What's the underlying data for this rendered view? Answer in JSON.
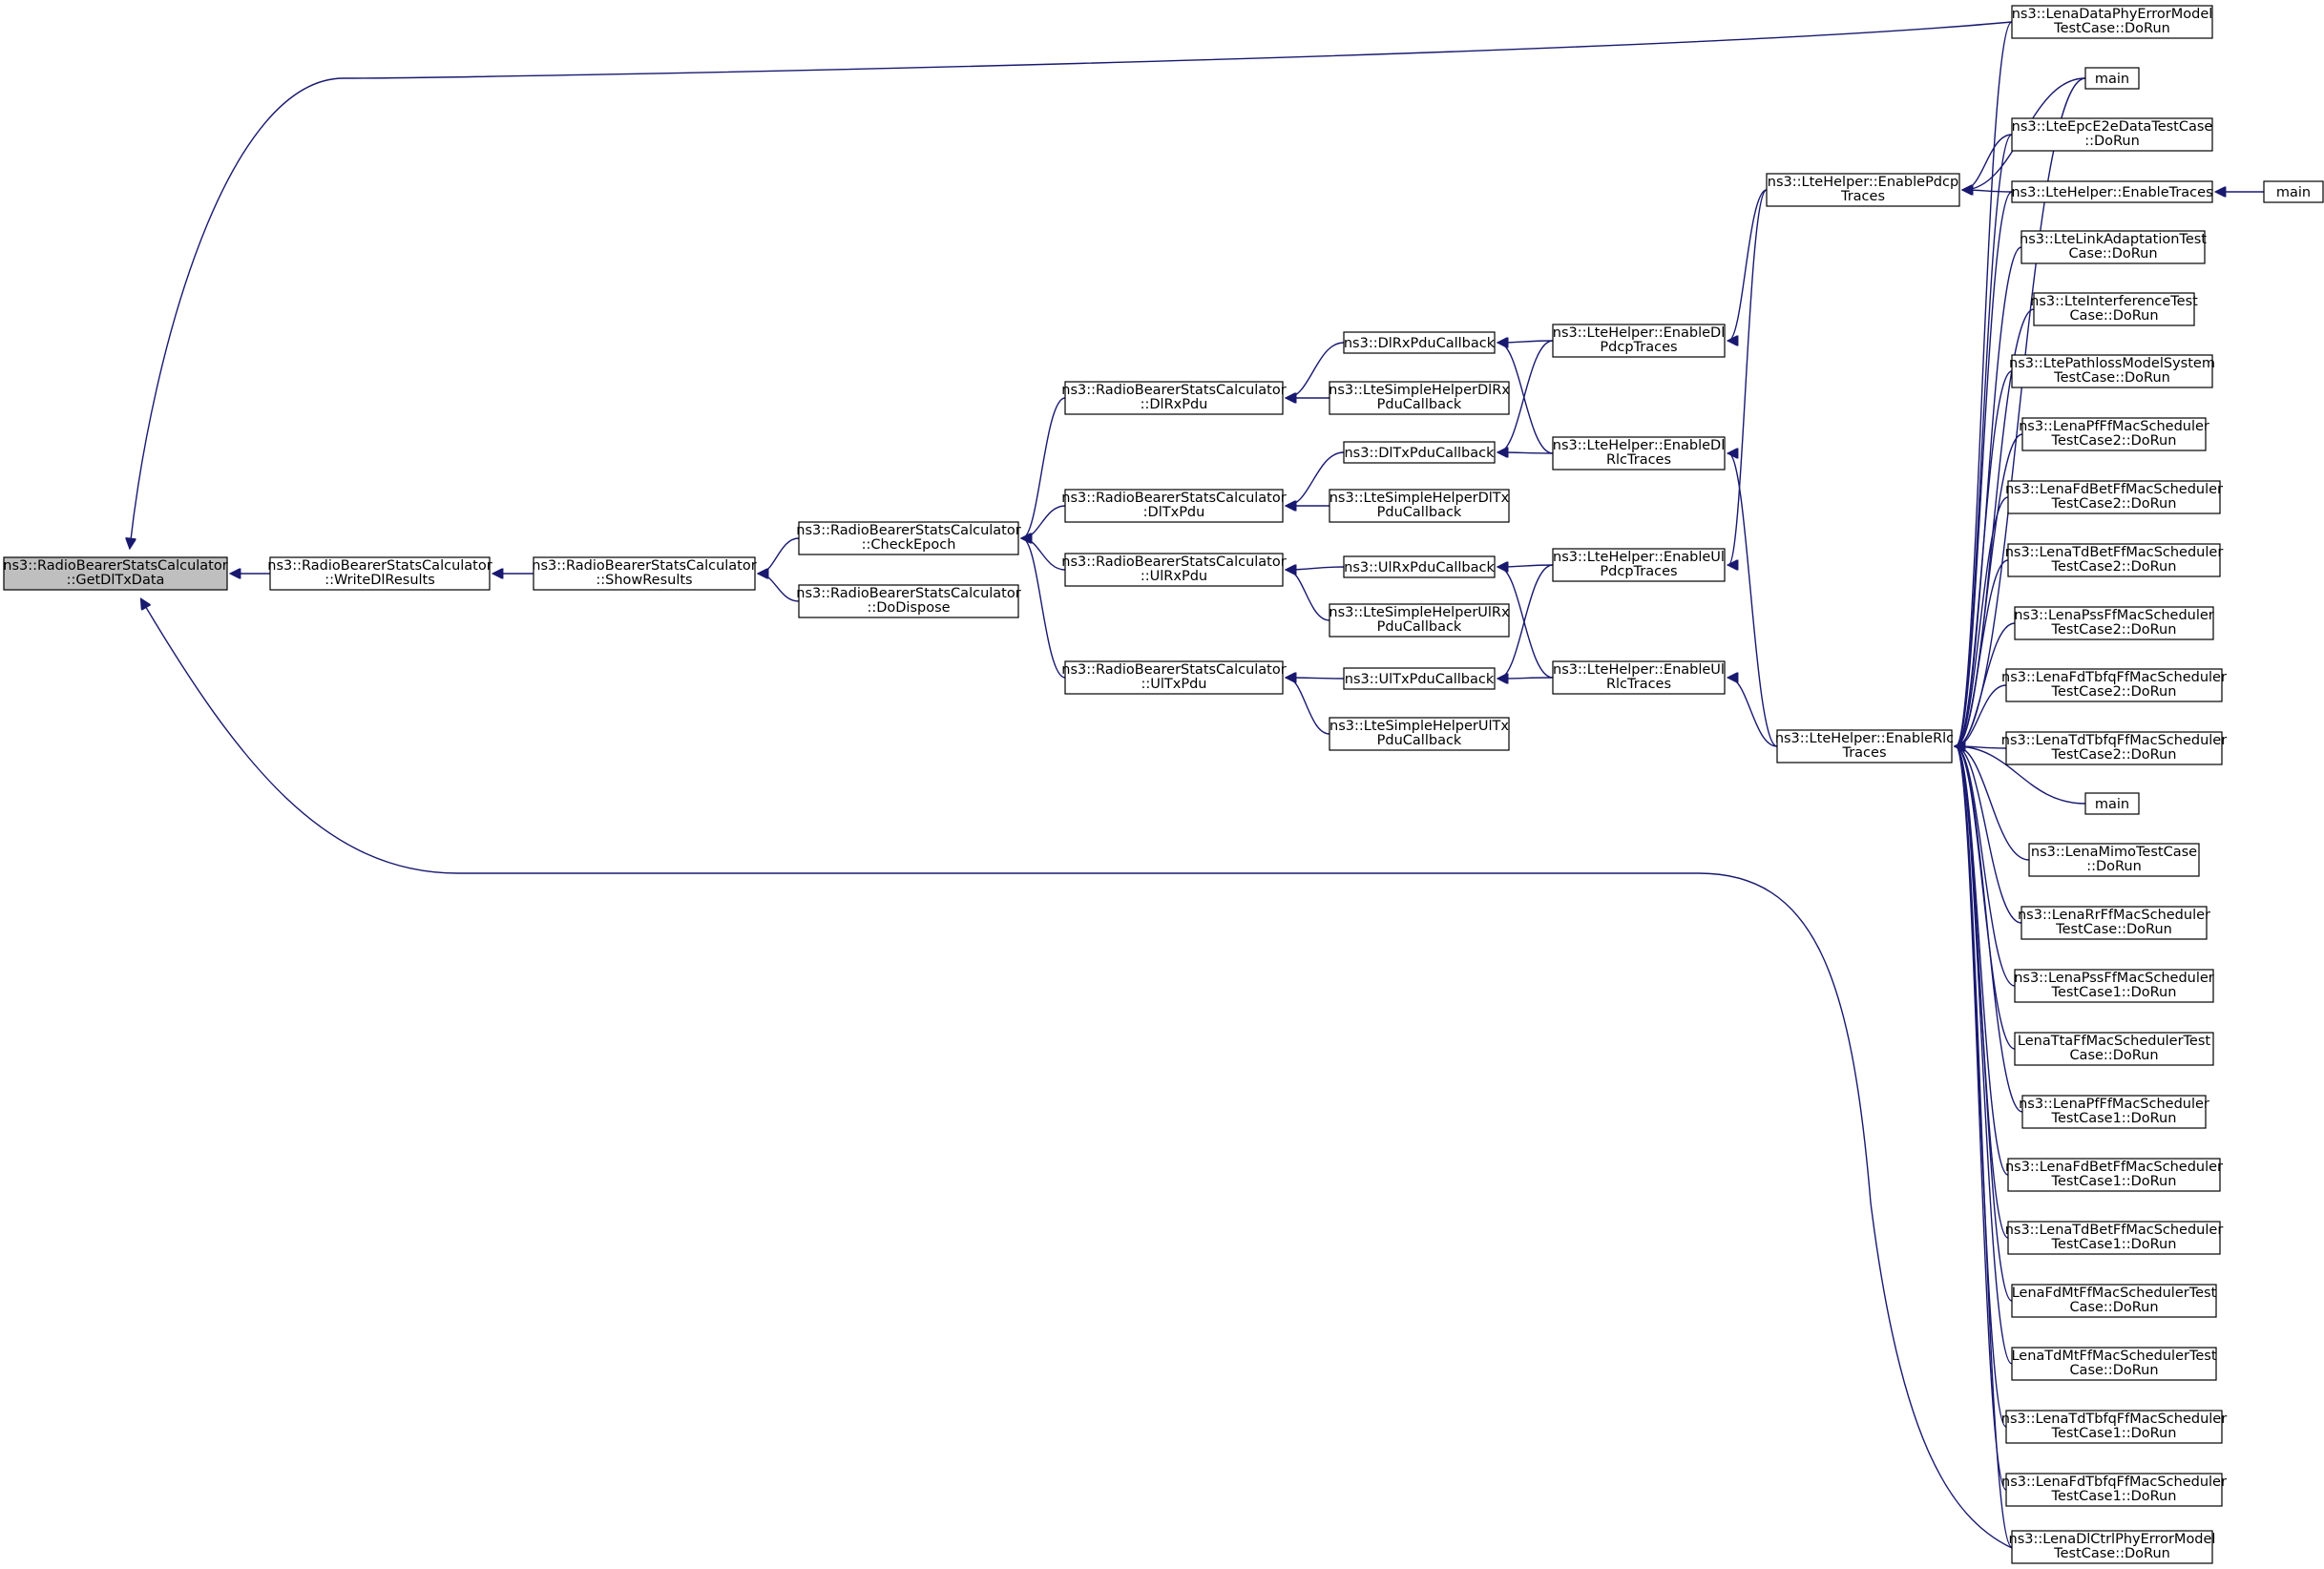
{
  "colors": {
    "edge": "#191970",
    "node_border": "#000000",
    "node_fill": "#ffffff",
    "root_fill": "#bfbfbf"
  },
  "nodes": [
    {
      "id": "getdltxdata",
      "lines": [
        "ns3::RadioBearerStatsCalculator",
        "::GetDlTxData"
      ],
      "root": true
    },
    {
      "id": "writedlresults",
      "lines": [
        "ns3::RadioBearerStatsCalculator",
        "::WriteDlResults"
      ]
    },
    {
      "id": "showresults",
      "lines": [
        "ns3::RadioBearerStatsCalculator",
        "::ShowResults"
      ]
    },
    {
      "id": "checkepoch",
      "lines": [
        "ns3::RadioBearerStatsCalculator",
        "::CheckEpoch"
      ]
    },
    {
      "id": "dodispose",
      "lines": [
        "ns3::RadioBearerStatsCalculator",
        "::DoDispose"
      ]
    },
    {
      "id": "dlrxpdu",
      "lines": [
        "ns3::RadioBearerStatsCalculator",
        "::DlRxPdu"
      ]
    },
    {
      "id": "dltxpdu",
      "lines": [
        "ns3::RadioBearerStatsCalculator",
        ":DlTxPdu"
      ]
    },
    {
      "id": "ulrxpdu",
      "lines": [
        "ns3::RadioBearerStatsCalculator",
        "::UlRxPdu"
      ]
    },
    {
      "id": "ultxpdu",
      "lines": [
        "ns3::RadioBearerStatsCalculator",
        "::UlTxPdu"
      ]
    },
    {
      "id": "dlrxpducb",
      "lines": [
        "ns3::DlRxPduCallback"
      ]
    },
    {
      "id": "simpledlrx",
      "lines": [
        "ns3::LteSimpleHelperDlRx",
        "PduCallback"
      ]
    },
    {
      "id": "dltxpducb",
      "lines": [
        "ns3::DlTxPduCallback"
      ]
    },
    {
      "id": "simpledltx",
      "lines": [
        "ns3::LteSimpleHelperDlTx",
        "PduCallback"
      ]
    },
    {
      "id": "ulrxpducb",
      "lines": [
        "ns3::UlRxPduCallback"
      ]
    },
    {
      "id": "simpleulrx",
      "lines": [
        "ns3::LteSimpleHelperUlRx",
        "PduCallback"
      ]
    },
    {
      "id": "ultxpducb",
      "lines": [
        "ns3::UlTxPduCallback"
      ]
    },
    {
      "id": "simpleultx",
      "lines": [
        "ns3::LteSimpleHelperUlTx",
        "PduCallback"
      ]
    },
    {
      "id": "enabledlpdcp",
      "lines": [
        "ns3::LteHelper::EnableDl",
        "PdcpTraces"
      ]
    },
    {
      "id": "enabledlrlc",
      "lines": [
        "ns3::LteHelper::EnableDl",
        "RlcTraces"
      ]
    },
    {
      "id": "enableulpdcp",
      "lines": [
        "ns3::LteHelper::EnableUl",
        "PdcpTraces"
      ]
    },
    {
      "id": "enableulrlc",
      "lines": [
        "ns3::LteHelper::EnableUl",
        "RlcTraces"
      ]
    },
    {
      "id": "enablepdcp",
      "lines": [
        "ns3::LteHelper::EnablePdcp",
        "Traces"
      ]
    },
    {
      "id": "enablerlc",
      "lines": [
        "ns3::LteHelper::EnableRlc",
        "Traces"
      ]
    },
    {
      "id": "enabletraces",
      "lines": [
        "ns3::LteHelper::EnableTraces"
      ]
    },
    {
      "id": "main_et",
      "lines": [
        "main"
      ]
    },
    {
      "id": "r_dataphy",
      "lines": [
        "ns3::LenaDataPhyErrorModel",
        "TestCase::DoRun"
      ]
    },
    {
      "id": "r_main1",
      "lines": [
        "main"
      ]
    },
    {
      "id": "r_epce2e",
      "lines": [
        "ns3::LteEpcE2eDataTestCase",
        "::DoRun"
      ]
    },
    {
      "id": "r_linkadapt",
      "lines": [
        "ns3::LteLinkAdaptationTest",
        "Case::DoRun"
      ]
    },
    {
      "id": "r_interf",
      "lines": [
        "ns3::LteInterferenceTest",
        "Case::DoRun"
      ]
    },
    {
      "id": "r_pathloss",
      "lines": [
        "ns3::LtePathlossModelSystem",
        "TestCase::DoRun"
      ]
    },
    {
      "id": "r_pf2",
      "lines": [
        "ns3::LenaPfFfMacScheduler",
        "TestCase2::DoRun"
      ]
    },
    {
      "id": "r_fdbet2",
      "lines": [
        "ns3::LenaFdBetFfMacScheduler",
        "TestCase2::DoRun"
      ]
    },
    {
      "id": "r_tdbet2",
      "lines": [
        "ns3::LenaTdBetFfMacScheduler",
        "TestCase2::DoRun"
      ]
    },
    {
      "id": "r_pss2",
      "lines": [
        "ns3::LenaPssFfMacScheduler",
        "TestCase2::DoRun"
      ]
    },
    {
      "id": "r_fdtbfq2",
      "lines": [
        "ns3::LenaFdTbfqFfMacScheduler",
        "TestCase2::DoRun"
      ]
    },
    {
      "id": "r_tdtbfq2",
      "lines": [
        "ns3::LenaTdTbfqFfMacScheduler",
        "TestCase2::DoRun"
      ]
    },
    {
      "id": "r_main2",
      "lines": [
        "main"
      ]
    },
    {
      "id": "r_mimo",
      "lines": [
        "ns3::LenaMimoTestCase",
        "::DoRun"
      ]
    },
    {
      "id": "r_rr",
      "lines": [
        "ns3::LenaRrFfMacScheduler",
        "TestCase::DoRun"
      ]
    },
    {
      "id": "r_pss1",
      "lines": [
        "ns3::LenaPssFfMacScheduler",
        "TestCase1::DoRun"
      ]
    },
    {
      "id": "r_tta",
      "lines": [
        "LenaTtaFfMacSchedulerTest",
        "Case::DoRun"
      ]
    },
    {
      "id": "r_pf1",
      "lines": [
        "ns3::LenaPfFfMacScheduler",
        "TestCase1::DoRun"
      ]
    },
    {
      "id": "r_fdbet1",
      "lines": [
        "ns3::LenaFdBetFfMacScheduler",
        "TestCase1::DoRun"
      ]
    },
    {
      "id": "r_tdbet1",
      "lines": [
        "ns3::LenaTdBetFfMacScheduler",
        "TestCase1::DoRun"
      ]
    },
    {
      "id": "r_fdmt",
      "lines": [
        "LenaFdMtFfMacSchedulerTest",
        "Case::DoRun"
      ]
    },
    {
      "id": "r_tdmt",
      "lines": [
        "LenaTdMtFfMacSchedulerTest",
        "Case::DoRun"
      ]
    },
    {
      "id": "r_tdtbfq1",
      "lines": [
        "ns3::LenaTdTbfqFfMacScheduler",
        "TestCase1::DoRun"
      ]
    },
    {
      "id": "r_fdtbfq1",
      "lines": [
        "ns3::LenaFdTbfqFfMacScheduler",
        "TestCase1::DoRun"
      ]
    },
    {
      "id": "r_dlctrl",
      "lines": [
        "ns3::LenaDlCtrlPhyErrorModel",
        "TestCase::DoRun"
      ]
    }
  ],
  "edges": [
    [
      "writedlresults",
      "getdltxdata"
    ],
    [
      "r_dataphy",
      "getdltxdata"
    ],
    [
      "r_dlctrl",
      "getdltxdata"
    ],
    [
      "showresults",
      "writedlresults"
    ],
    [
      "checkepoch",
      "showresults"
    ],
    [
      "dodispose",
      "showresults"
    ],
    [
      "dlrxpdu",
      "checkepoch"
    ],
    [
      "dltxpdu",
      "checkepoch"
    ],
    [
      "ulrxpdu",
      "checkepoch"
    ],
    [
      "ultxpdu",
      "checkepoch"
    ],
    [
      "dlrxpducb",
      "dlrxpdu"
    ],
    [
      "simpledlrx",
      "dlrxpdu"
    ],
    [
      "dltxpducb",
      "dltxpdu"
    ],
    [
      "simpledltx",
      "dltxpdu"
    ],
    [
      "ulrxpducb",
      "ulrxpdu"
    ],
    [
      "simpleulrx",
      "ulrxpdu"
    ],
    [
      "ultxpducb",
      "ultxpdu"
    ],
    [
      "simpleultx",
      "ultxpdu"
    ],
    [
      "enabledlpdcp",
      "dlrxpducb"
    ],
    [
      "enabledlrlc",
      "dlrxpducb"
    ],
    [
      "enabledlpdcp",
      "dltxpducb"
    ],
    [
      "enabledlrlc",
      "dltxpducb"
    ],
    [
      "enableulpdcp",
      "ulrxpducb"
    ],
    [
      "enableulrlc",
      "ulrxpducb"
    ],
    [
      "enableulpdcp",
      "ultxpducb"
    ],
    [
      "enableulrlc",
      "ultxpducb"
    ],
    [
      "enablepdcp",
      "enabledlpdcp"
    ],
    [
      "enablepdcp",
      "enableulpdcp"
    ],
    [
      "enablerlc",
      "enabledlrlc"
    ],
    [
      "enablerlc",
      "enableulrlc"
    ],
    [
      "r_main1",
      "enablepdcp"
    ],
    [
      "r_epce2e",
      "enablepdcp"
    ],
    [
      "enabletraces",
      "enablepdcp"
    ],
    [
      "main_et",
      "enabletraces"
    ],
    [
      "r_dataphy",
      "enablerlc"
    ],
    [
      "r_main1",
      "enablerlc"
    ],
    [
      "r_epce2e",
      "enablerlc"
    ],
    [
      "enabletraces",
      "enablerlc"
    ],
    [
      "r_linkadapt",
      "enablerlc"
    ],
    [
      "r_interf",
      "enablerlc"
    ],
    [
      "r_pathloss",
      "enablerlc"
    ],
    [
      "r_pf2",
      "enablerlc"
    ],
    [
      "r_fdbet2",
      "enablerlc"
    ],
    [
      "r_tdbet2",
      "enablerlc"
    ],
    [
      "r_pss2",
      "enablerlc"
    ],
    [
      "r_fdtbfq2",
      "enablerlc"
    ],
    [
      "r_tdtbfq2",
      "enablerlc"
    ],
    [
      "r_main2",
      "enablerlc"
    ],
    [
      "r_mimo",
      "enablerlc"
    ],
    [
      "r_rr",
      "enablerlc"
    ],
    [
      "r_pss1",
      "enablerlc"
    ],
    [
      "r_tta",
      "enablerlc"
    ],
    [
      "r_pf1",
      "enablerlc"
    ],
    [
      "r_fdbet1",
      "enablerlc"
    ],
    [
      "r_tdbet1",
      "enablerlc"
    ],
    [
      "r_fdmt",
      "enablerlc"
    ],
    [
      "r_tdmt",
      "enablerlc"
    ],
    [
      "r_tdtbfq1",
      "enablerlc"
    ],
    [
      "r_fdtbfq1",
      "enablerlc"
    ],
    [
      "r_dlctrl",
      "enablerlc"
    ]
  ]
}
